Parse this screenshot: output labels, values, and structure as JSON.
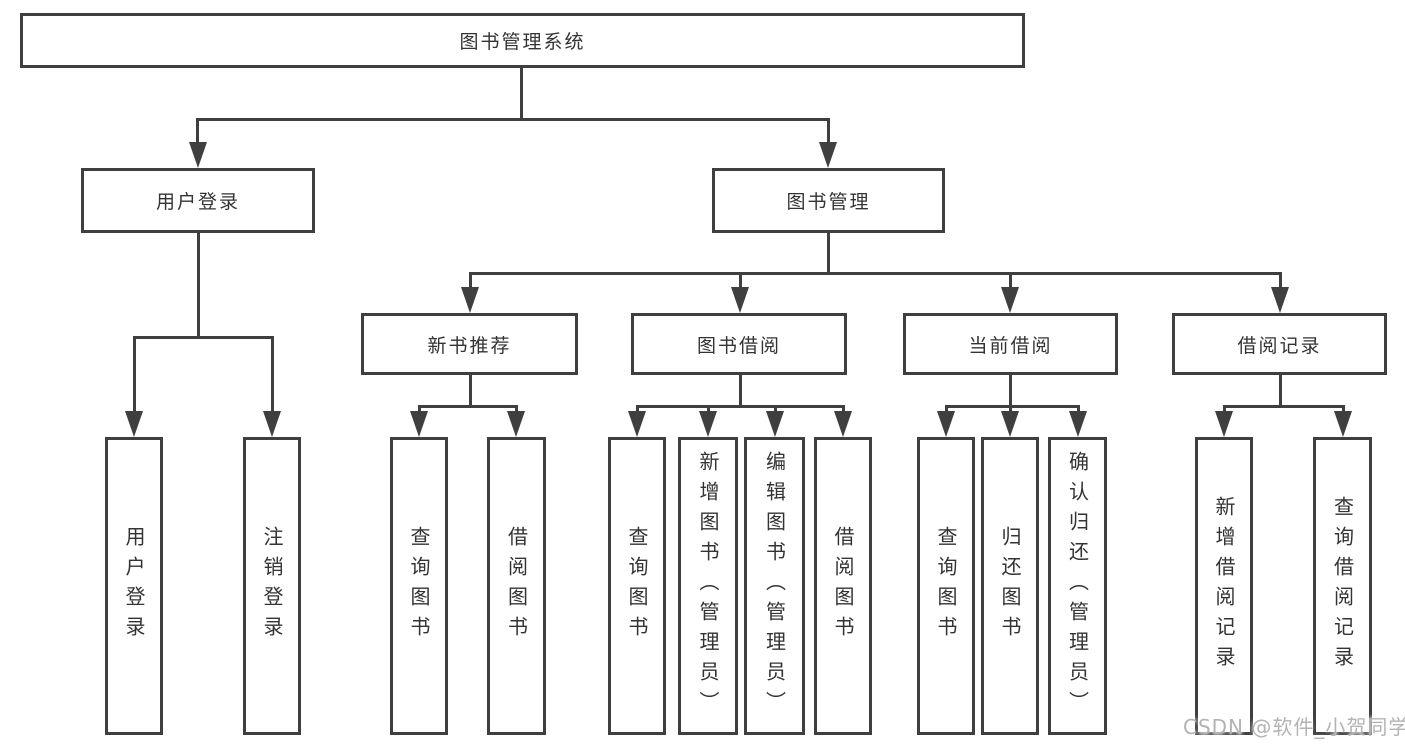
{
  "diagram": {
    "type": "hierarchy-org-chart",
    "tree": {
      "label": "图书管理系统",
      "children": [
        {
          "label": "用户登录",
          "children": [
            {
              "label": "用户登录"
            },
            {
              "label": "注销登录"
            }
          ]
        },
        {
          "label": "图书管理",
          "children": [
            {
              "label": "新书推荐",
              "children": [
                {
                  "label": "查询图书"
                },
                {
                  "label": "借阅图书"
                }
              ]
            },
            {
              "label": "图书借阅",
              "children": [
                {
                  "label": "查询图书"
                },
                {
                  "label": "新增图书（管理员）"
                },
                {
                  "label": "编辑图书（管理员）"
                },
                {
                  "label": "借阅图书"
                }
              ]
            },
            {
              "label": "当前借阅",
              "children": [
                {
                  "label": "查询图书"
                },
                {
                  "label": "归还图书"
                },
                {
                  "label": "确认归还（管理员）"
                }
              ]
            },
            {
              "label": "借阅记录",
              "children": [
                {
                  "label": "新增借阅记录"
                },
                {
                  "label": "查询借阅记录"
                }
              ]
            }
          ]
        }
      ]
    },
    "colors": {
      "line": "#3f3f3f",
      "box_background": "#ffffff",
      "text": "#333333",
      "watermark": "#b3b3b3"
    }
  },
  "watermark": "CSDN @软件_小贺同学"
}
